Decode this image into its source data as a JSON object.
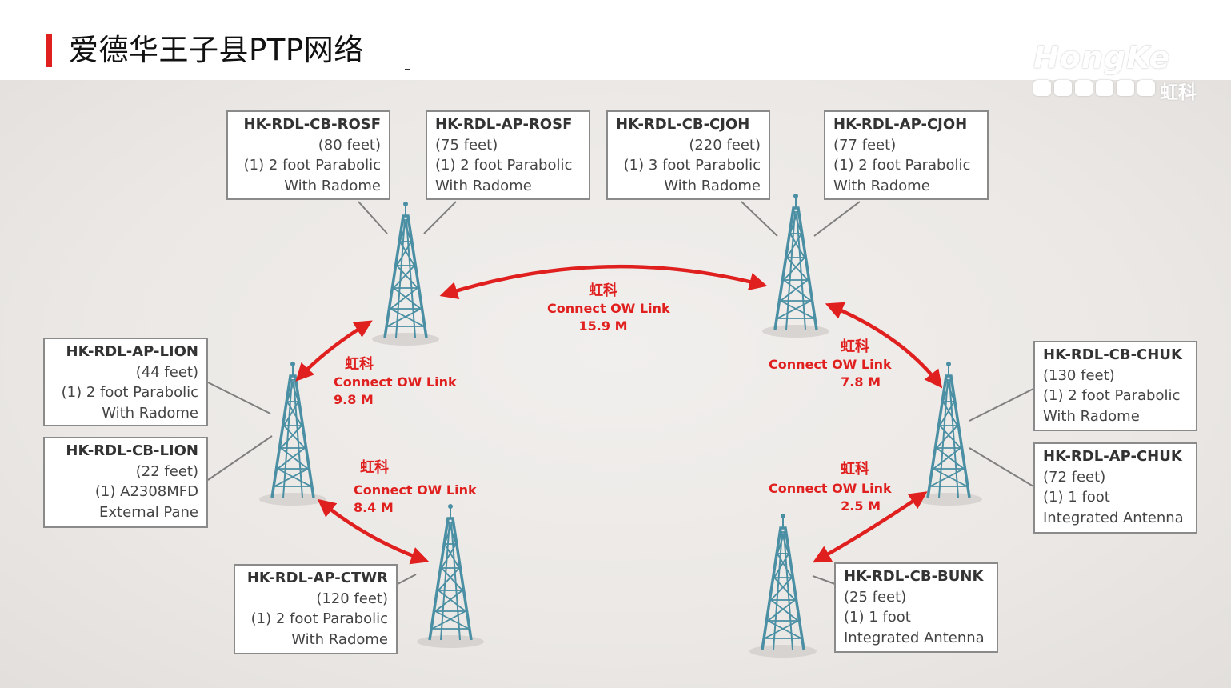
{
  "title": "爱德华王子县PTP网络",
  "logo": {
    "wordmark": "HongKe",
    "cn": "虹科"
  },
  "colors": {
    "accent": "#e0201f",
    "tower": "#4a8fa3",
    "link_arrow": "#e0201f",
    "box_border": "#8a8a8a"
  },
  "boxes": {
    "cb_rosf": {
      "name": "HK-RDL-CB-ROSF",
      "height": "(80 feet)",
      "antenna": "(1) 2 foot Parabolic",
      "extra": "With Radome"
    },
    "ap_rosf": {
      "name": "HK-RDL-AP-ROSF",
      "height": "(75 feet)",
      "antenna": "(1) 2 foot Parabolic",
      "extra": "With Radome"
    },
    "cb_cjoh": {
      "name": "HK-RDL-CB-CJOH",
      "height": "(220 feet)",
      "antenna": "(1) 3 foot Parabolic",
      "extra": "With Radome"
    },
    "ap_cjoh": {
      "name": "HK-RDL-AP-CJOH",
      "height": "(77 feet)",
      "antenna": "(1) 2 foot Parabolic",
      "extra": "With Radome"
    },
    "ap_lion": {
      "name": "HK-RDL-AP-LION",
      "height": "(44 feet)",
      "antenna": "(1) 2 foot Parabolic",
      "extra": "With Radome"
    },
    "cb_lion": {
      "name": "HK-RDL-CB-LION",
      "height": "(22 feet)",
      "antenna": "(1) A2308MFD",
      "extra": "External Pane"
    },
    "cb_chuk": {
      "name": "HK-RDL-CB-CHUK",
      "height": "(130 feet)",
      "antenna": "(1) 2 foot Parabolic",
      "extra": "With Radome"
    },
    "ap_chuk": {
      "name": "HK-RDL-AP-CHUK",
      "height": "(72 feet)",
      "antenna": "(1) 1 foot",
      "extra": "Integrated Antenna"
    },
    "ap_ctwr": {
      "name": "HK-RDL-AP-CTWR",
      "height": "(120 feet)",
      "antenna": "(1) 2 foot Parabolic",
      "extra": "With Radome"
    },
    "cb_bunk": {
      "name": "HK-RDL-CB-BUNK",
      "height": "(25 feet)",
      "antenna": "(1) 1 foot",
      "extra": "Integrated Antenna"
    }
  },
  "links": {
    "top": {
      "brand": "虹科",
      "label": "Connect OW Link",
      "distance": "15.9 M"
    },
    "left_upper": {
      "brand": "虹科",
      "label": "Connect OW Link",
      "distance": "9.8 M"
    },
    "left_lower": {
      "brand": "虹科",
      "label": "Connect OW Link",
      "distance": "8.4 M"
    },
    "right_upper": {
      "brand": "虹科",
      "label": "Connect OW Link",
      "distance": "7.8 M"
    },
    "right_lower": {
      "brand": "虹科",
      "label": "Connect OW Link",
      "distance": "2.5 M"
    }
  }
}
